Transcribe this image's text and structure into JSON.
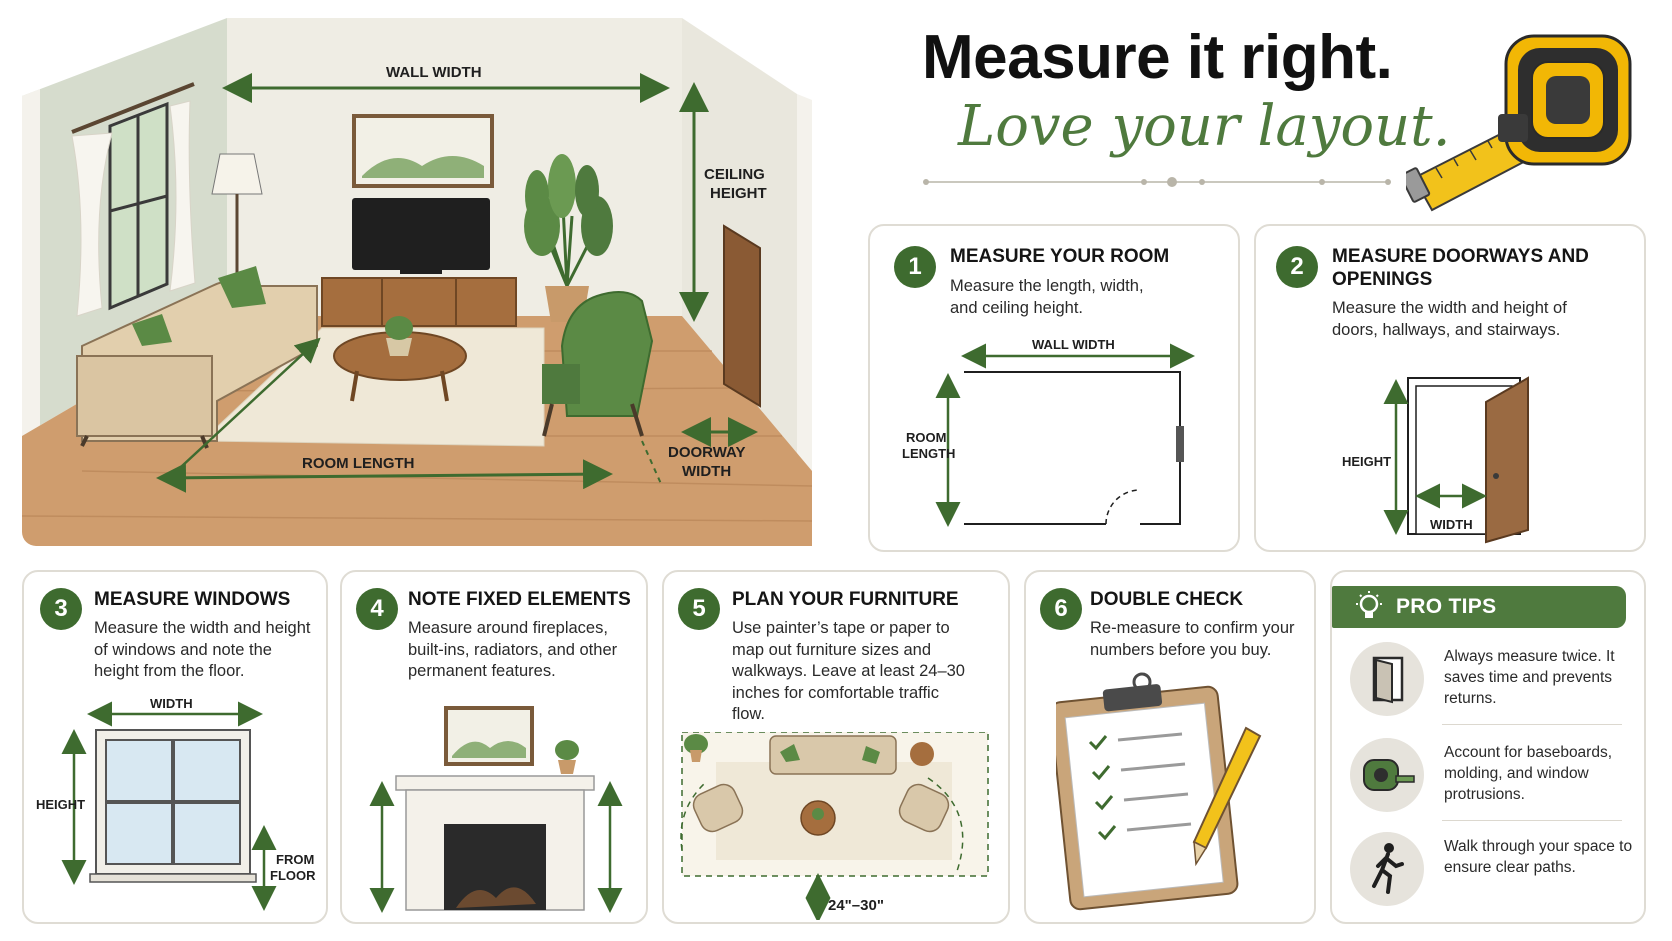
{
  "title": {
    "line1": "Measure it right.",
    "line2": "Love your layout."
  },
  "hero": {
    "labels": {
      "wall_width": "WALL WIDTH",
      "ceiling_height_1": "CEILING",
      "ceiling_height_2": "HEIGHT",
      "room_length": "ROOM LENGTH",
      "doorway_width_1": "DOORWAY",
      "doorway_width_2": "WIDTH"
    }
  },
  "steps": [
    {
      "number": "1",
      "title": "MEASURE YOUR ROOM",
      "body": "Measure the length, width, and ceiling height.",
      "art": {
        "top_label": "WALL WIDTH",
        "side_label_1": "ROOM",
        "side_label_2": "LENGTH"
      }
    },
    {
      "number": "2",
      "title": "MEASURE DOORWAYS AND OPENINGS",
      "body": "Measure the width and height of doors, hallways, and stairways.",
      "art": {
        "height_label": "HEIGHT",
        "width_label": "WIDTH"
      }
    },
    {
      "number": "3",
      "title": "MEASURE WINDOWS",
      "body": "Measure the width and height of windows and note the height from the floor.",
      "art": {
        "width_label": "WIDTH",
        "height_label": "HEIGHT",
        "floor_label_1": "FROM",
        "floor_label_2": "FLOOR"
      }
    },
    {
      "number": "4",
      "title": "NOTE FIXED ELEMENTS",
      "body": "Measure around fireplaces, built-ins, radiators, and other permanent features."
    },
    {
      "number": "5",
      "title": "PLAN YOUR FURNITURE",
      "body": "Use painter’s tape or paper to map out furniture sizes and walkways. Leave at least 24–30 inches for comfortable traffic flow.",
      "art": {
        "clearance_label": "24\"–30\""
      }
    },
    {
      "number": "6",
      "title": "DOUBLE CHECK",
      "body": "Re-measure to confirm your numbers before you buy."
    }
  ],
  "pro_tips": {
    "title": "PRO TIPS",
    "items": [
      {
        "icon": "door-icon",
        "text": "Always measure twice. It saves time and prevents returns."
      },
      {
        "icon": "tape-measure-icon",
        "text": "Account for baseboards, molding, and window protrusions."
      },
      {
        "icon": "walking-person-icon",
        "text": "Walk through your space to ensure clear paths."
      }
    ]
  },
  "colors": {
    "accent_green": "#3e6b2f",
    "title_green": "#4f7a3e",
    "card_border": "#dfdcd4",
    "tape_yellow": "#f2b705"
  }
}
